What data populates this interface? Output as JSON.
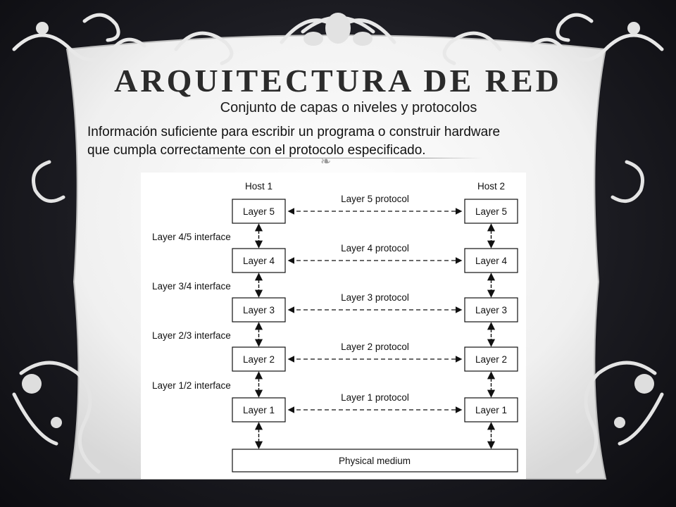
{
  "slide": {
    "title": "ARQUITECTURA DE RED",
    "subtitle": "Conjunto de capas o niveles y protocolos",
    "body_lines": [
      "Información suficiente para escribir un programa o construir hardware",
      "que cumpla correctamente con el protocolo especificado."
    ]
  },
  "diagram": {
    "hosts": [
      "Host 1",
      "Host 2"
    ],
    "layers": [
      "Layer 5",
      "Layer 4",
      "Layer 3",
      "Layer 2",
      "Layer 1"
    ],
    "protocols": [
      "Layer 5 protocol",
      "Layer 4 protocol",
      "Layer 3 protocol",
      "Layer 2 protocol",
      "Layer 1 protocol"
    ],
    "interfaces": [
      "Layer 4/5 interface",
      "Layer 3/4 interface",
      "Layer 2/3 interface",
      "Layer 1/2 interface"
    ],
    "medium": "Physical medium"
  },
  "colors": {
    "panel": "#f3f3f3",
    "background": "#1c1c22",
    "ornament": "#e6e6e6"
  }
}
